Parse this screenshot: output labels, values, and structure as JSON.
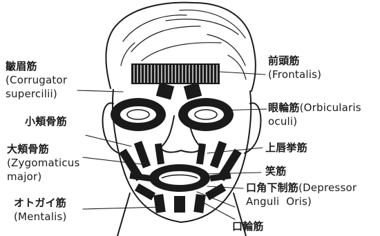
{
  "labels": {
    "corrugator": {
      "jp": "皺眉筋",
      "en1": "(Corrugator",
      "en2": "supercilii)"
    },
    "frontalis": {
      "jp": "前頭筋",
      "en": "(Frontalis)"
    },
    "orbicularis_oculi": {
      "jp": "眼輪筋",
      "en1": "(Orbicularis",
      "en2": "oculi)"
    },
    "zygomaticus_minor": {
      "jp": "小頬骨筋"
    },
    "zygomaticus_major": {
      "jp": "大頬骨筋",
      "en1": "(Zygomaticus",
      "en2": "major)"
    },
    "levator_labii": {
      "jp": "上唇挙筋"
    },
    "risorius": {
      "jp": "笑筋"
    },
    "depressor_anguli": {
      "jp": "口角下制筋",
      "en1": "(Depressor",
      "en2": "Anguli  Oris)"
    },
    "mentalis": {
      "jp": "オトガイ筋",
      "en": "(Mentalis)"
    },
    "orbicularis_oris": {
      "jp": "口輪筋"
    }
  },
  "colors": {
    "ink": "#1a1a1a",
    "paper": "#ffffff"
  }
}
